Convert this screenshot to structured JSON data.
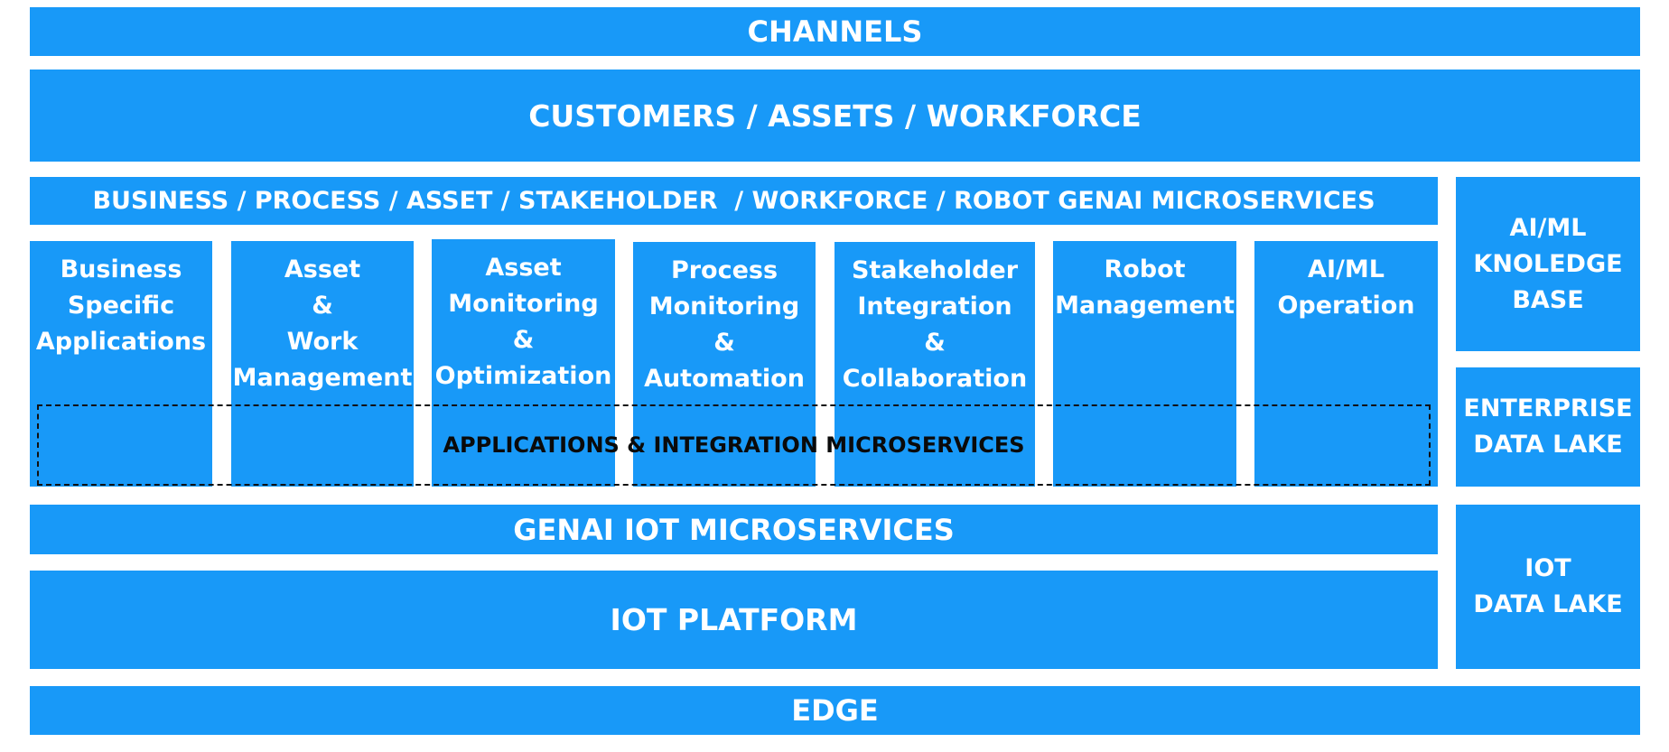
{
  "layers": {
    "channels": "CHANNELS",
    "customers": "CUSTOMERS / ASSETS / WORKFORCE",
    "genai_microservices": "BUSINESS / PROCESS / ASSET / STAKEHOLDER  / WORKFORCE / ROBOT GENAI MICROSERVICES",
    "genai_iot": "GENAI IOT MICROSERVICES",
    "iot_platform": "IOT PLATFORM",
    "edge": "EDGE"
  },
  "columns": [
    {
      "lines": [
        "Business",
        "Specific",
        "Applications"
      ]
    },
    {
      "lines": [
        "Asset",
        "&",
        "Work",
        "Management"
      ]
    },
    {
      "lines": [
        "Asset",
        "Monitoring",
        "&",
        "Optimization"
      ]
    },
    {
      "lines": [
        "Process",
        "Monitoring",
        "&",
        "Automation"
      ]
    },
    {
      "lines": [
        "Stakeholder",
        "Integration",
        "&",
        "Collaboration"
      ]
    },
    {
      "lines": [
        "Robot",
        "Management"
      ]
    },
    {
      "lines": [
        "AI/ML",
        "Operation"
      ]
    }
  ],
  "integration_label": "APPLICATIONS & INTEGRATION MICROSERVICES",
  "side": {
    "knowledge_base": [
      "AI/ML",
      "KNOLEDGE",
      "BASE"
    ],
    "enterprise_lake": [
      "ENTERPRISE",
      "DATA LAKE"
    ],
    "iot_lake": [
      "IOT",
      "DATA LAKE"
    ]
  },
  "colors": {
    "block": "#1899F8",
    "text": "#FFFFFF",
    "dashed": "#111111"
  }
}
